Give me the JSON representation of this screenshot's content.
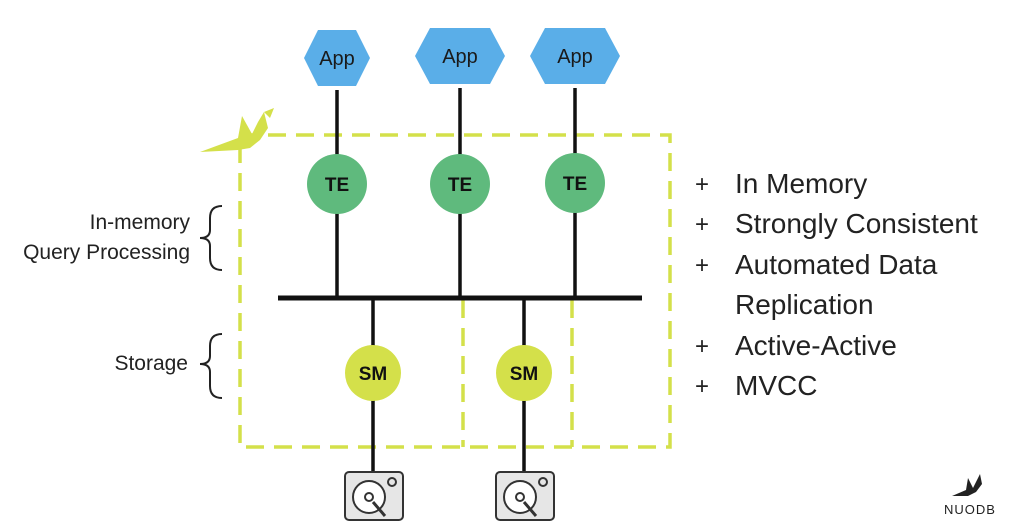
{
  "diagram": {
    "apps": [
      {
        "label": "App"
      },
      {
        "label": "App"
      },
      {
        "label": "App"
      }
    ],
    "transaction_engines": [
      {
        "label": "TE"
      },
      {
        "label": "TE"
      },
      {
        "label": "TE"
      }
    ],
    "storage_managers": [
      {
        "label": "SM"
      },
      {
        "label": "SM"
      }
    ],
    "side_labels": {
      "query_line1": "In-memory",
      "query_line2": "Query Processing",
      "storage": "Storage"
    },
    "features": [
      {
        "bullet": "+",
        "line1": "In Memory",
        "line2": ""
      },
      {
        "bullet": "+",
        "line1": "Strongly Consistent",
        "line2": ""
      },
      {
        "bullet": "+",
        "line1": "Automated Data",
        "line2": "Replication"
      },
      {
        "bullet": "+",
        "line1": "Active-Active",
        "line2": ""
      },
      {
        "bullet": "+",
        "line1": "MVCC",
        "line2": ""
      }
    ],
    "colors": {
      "app": "#5aaee8",
      "te": "#5fba7d",
      "sm": "#d4e04a",
      "dash": "#d4e04a"
    },
    "icons": {
      "storage_disk": "hard-disk-icon",
      "bird": "bird-logo-icon"
    },
    "logo_text": "NUODB"
  }
}
